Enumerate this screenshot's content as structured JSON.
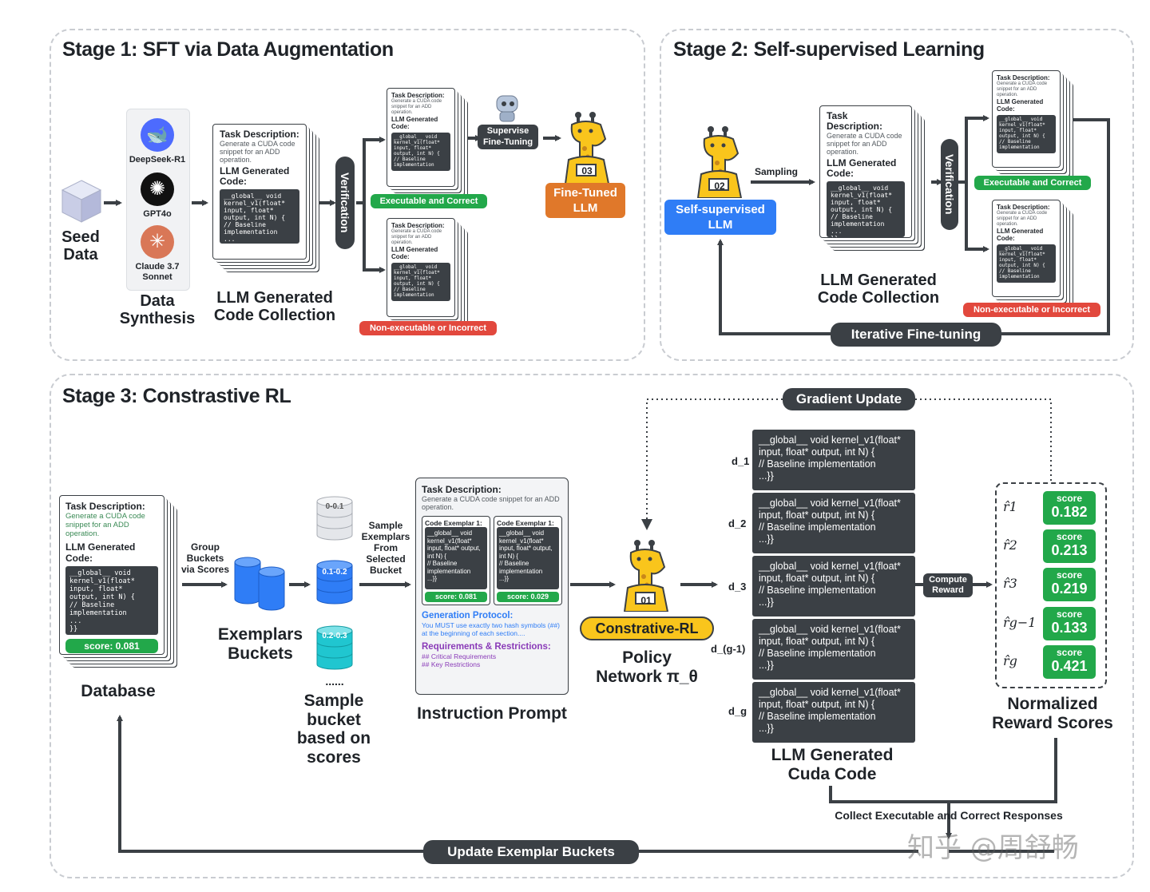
{
  "stage1": {
    "title": "Stage 1: SFT via Data Augmentation",
    "seed": "Seed\nData",
    "models": [
      "DeepSeek-R1",
      "GPT4o",
      "Claude 3.7\nSonnet"
    ],
    "data_synthesis": "Data\nSynthesis",
    "collection_caption": "LLM Generated\nCode Collection",
    "verification": "Verification",
    "executable": "Executable and Correct",
    "nonexec": "Non-executable or Incorrect",
    "supervise": "Supervise\nFine-Tuning",
    "finetuned": "Fine-Tuned\nLLM",
    "badge": "03"
  },
  "doc": {
    "task_label": "Task Description:",
    "task_text": "Generate a CUDA code snippet for an ADD operation.",
    "code_label": "LLM Generated Code:",
    "code_text": "__global__ void kernel_v1(float* input, float* output, int N) {\n// Baseline implementation\n...\n}}",
    "code_text_short": "__global__ void kernel_v1(float* input, float* output, int N) {\n// Baseline implementation\n...\n}}"
  },
  "stage2": {
    "title": "Stage 2: Self-supervised Learning",
    "sampling": "Sampling",
    "selfsup": "Self-supervised\nLLM",
    "badge": "02",
    "verification": "Verification",
    "executable": "Executable and Correct",
    "nonexec": "Non-executable or Incorrect",
    "collection_caption": "LLM Generated\nCode Collection",
    "iterative": "Iterative Fine-tuning"
  },
  "stage3": {
    "title": "Stage 3: Constrastive RL",
    "gradient": "Gradient Update",
    "database": "Database",
    "db_score": "score: 0.081",
    "group": "Group\nBuckets\nvia Scores",
    "exemplars": "Exemplars\nBuckets",
    "buckets": [
      "0-0.1",
      "0.1-0.2",
      "0.2-0.3"
    ],
    "dots": "......",
    "sample_bucket": "Sample\nbucket\nbased on\nscores",
    "sample_ex": "Sample\nExemplars\nFrom\nSelected\nBucket",
    "prompt_task_label": "Task Description:",
    "prompt_task_text": "Generate a CUDA code snippet for an ADD operation.",
    "exemplar_label": "Code Exemplar 1:",
    "exemplar_code": "__global__ void kernel_v1(float* input, float* output, int N) {\n// Baseline implementation\n...}}",
    "exemplar_scores": [
      "score: 0.081",
      "score: 0.029"
    ],
    "gen_protocol": "Generation Protocol:",
    "gen_text": "You MUST use exactly two hash symbols (##) at the beginning of each section....",
    "req_label": "Requirements & Restrictions:",
    "req_text": "## Critical Requirements\n## Key Restrictions",
    "instruction": "Instruction Prompt",
    "badge": "01",
    "rl_label": "Constrative-RL",
    "policy": "Policy\nNetwork π_θ",
    "d_labels": [
      "d_1",
      "d_2",
      "d_3",
      "d_(g-1)",
      "d_g"
    ],
    "cuda_code": "__global__ void kernel_v1(float*\ninput, float* output, int N) {\n    // Baseline implementation\n    ...}}",
    "cuda_caption": "LLM Generated\nCuda Code",
    "compute": "Compute\nReward",
    "r_labels": [
      "r̂1",
      "r̂2",
      "r̂3",
      "r̂g−1",
      "r̂g"
    ],
    "score_word": "score",
    "scores": [
      "0.182",
      "0.213",
      "0.219",
      "0.133",
      "0.421"
    ],
    "normalized": "Normalized\nReward Scores",
    "collect": "Collect Executable and Correct Responses",
    "update": "Update Exemplar Buckets"
  },
  "watermark": "知乎 @周舒畅",
  "colors": {
    "green": "#22a84a",
    "red": "#e2483d",
    "blue": "#2f7df6",
    "orange": "#e0782a",
    "yellow": "#f9c51c",
    "dark": "#3b4045"
  }
}
